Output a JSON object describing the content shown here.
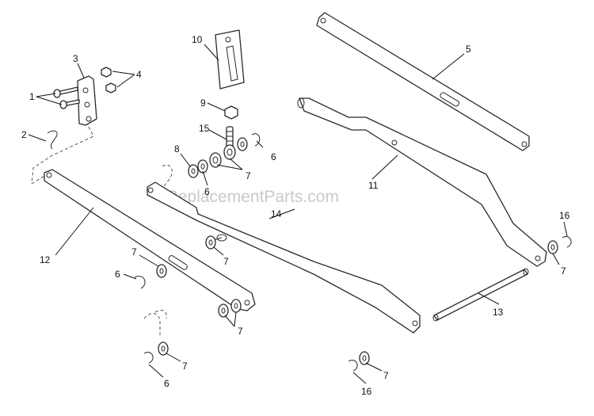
{
  "watermark": "eReplacementParts.com",
  "callouts": {
    "c1": "1",
    "c2": "2",
    "c3": "3",
    "c4": "4",
    "c5": "5",
    "c6a": "6",
    "c6b": "6",
    "c6c": "6",
    "c6d": "6",
    "c7a": "7",
    "c7b": "7",
    "c7c": "7",
    "c7d": "7",
    "c7e": "7",
    "c7f": "7",
    "c7g": "7",
    "c8": "8",
    "c9": "9",
    "c10": "10",
    "c11": "11",
    "c12": "12",
    "c13": "13",
    "c14": "14",
    "c15": "15",
    "c16a": "16",
    "c16b": "16"
  }
}
